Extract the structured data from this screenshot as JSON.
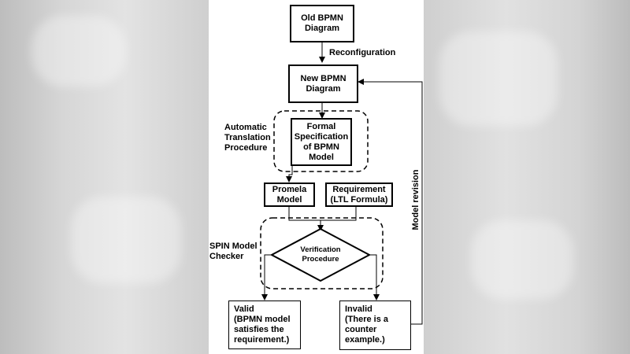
{
  "diagram": {
    "old_bpmn": "Old BPMN\nDiagram",
    "reconfiguration": "Reconfiguration",
    "new_bpmn": "New BPMN\nDiagram",
    "automatic_translation": "Automatic\nTranslation\nProcedure",
    "formal_spec": "Formal\nSpecification\nof BPMN\nModel",
    "promela": "Promela\nModel",
    "requirement": "Requirement\n(LTL Formula)",
    "spin_checker": "SPIN Model\nChecker",
    "verification": "Verification\nProcedure",
    "valid": "Valid\n(BPMN model\nsatisfies the\nrequirement.)",
    "invalid": "Invalid\n(There is a\ncounter\nexample.)",
    "model_revision": "Model revision"
  }
}
